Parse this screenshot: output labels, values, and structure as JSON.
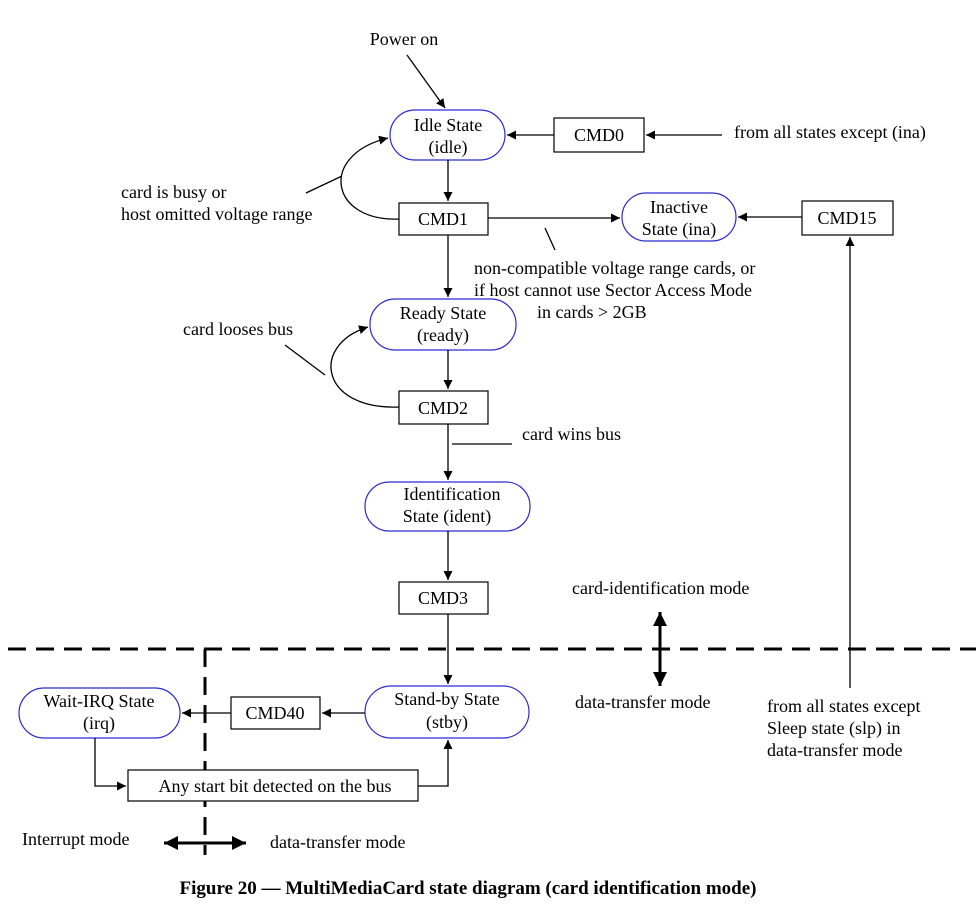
{
  "power_on": "Power on",
  "states": {
    "idle": [
      "Idle State",
      "(idle)"
    ],
    "inactive": [
      "Inactive",
      "State (ina)"
    ],
    "ready": [
      "Ready State",
      "(ready)"
    ],
    "ident": [
      "Identification",
      "State (ident)"
    ],
    "stby": [
      "Stand-by State",
      "(stby)"
    ],
    "irq": [
      "Wait-IRQ State",
      "(irq)"
    ]
  },
  "commands": {
    "cmd0": "CMD0",
    "cmd1": "CMD1",
    "cmd15": "CMD15",
    "cmd2": "CMD2",
    "cmd3": "CMD3",
    "cmd40": "CMD40",
    "any_start_bit": "Any start bit detected on the bus"
  },
  "labels": {
    "from_all_except_ina": "from all states except (ina)",
    "card_busy": [
      "card is busy or",
      "host omitted voltage range"
    ],
    "noncompat": [
      "non-compatible voltage range cards, or",
      "if host cannot use Sector Access Mode",
      "in cards > 2GB"
    ],
    "card_looses_bus": "card looses bus",
    "card_wins_bus": "card wins bus",
    "card_ident_mode": "card-identification mode",
    "data_transfer_mode": "data-transfer mode",
    "from_all_except_slp": [
      "from all states except",
      "Sleep state (slp) in",
      "data-transfer mode"
    ],
    "interrupt_mode": "Interrupt mode",
    "data_transfer_mode_bottom": "data-transfer mode"
  },
  "caption": "Figure 20 — MultiMediaCard state diagram (card identification mode)"
}
